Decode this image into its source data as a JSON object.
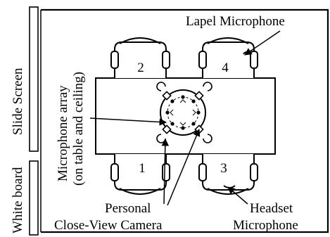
{
  "labels": {
    "slide_screen": "Slide Screen",
    "white_board": "White board",
    "mic_array_line1": "Microphone array",
    "mic_array_line2": "(on table and ceiling)",
    "lapel_mic": "Lapel Microphone",
    "personal_camera_line1": "Personal",
    "personal_camera_line2": "Close-View Camera",
    "headset_line1": "Headset",
    "headset_line2": "Microphone"
  },
  "seats": [
    "1",
    "2",
    "3",
    "4"
  ]
}
